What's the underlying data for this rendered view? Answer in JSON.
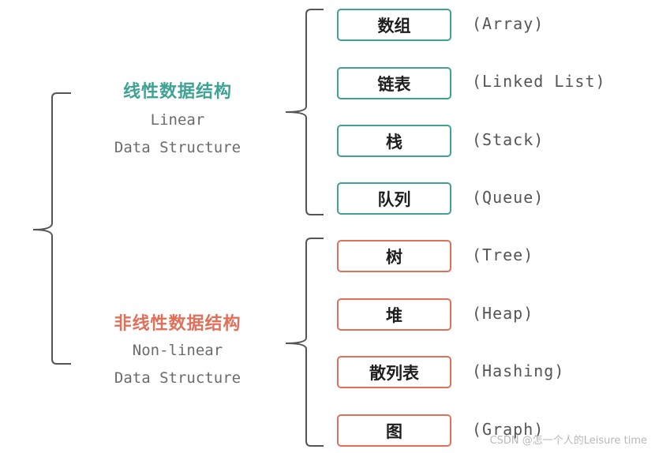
{
  "linear": {
    "title_cn": "线性数据结构",
    "title_en_line1": "Linear",
    "title_en_line2": "Data Structure",
    "color": "#3ea294",
    "items": [
      {
        "cn": "数组",
        "en": "(Array)"
      },
      {
        "cn": "链表",
        "en": "(Linked List)"
      },
      {
        "cn": "栈",
        "en": "(Stack)"
      },
      {
        "cn": "队列",
        "en": "(Queue)"
      }
    ]
  },
  "nonlinear": {
    "title_cn": "非线性数据结构",
    "title_en_line1": "Non-linear",
    "title_en_line2": "Data Structure",
    "color": "#e0705a",
    "items": [
      {
        "cn": "树",
        "en": "(Tree)"
      },
      {
        "cn": "堆",
        "en": "(Heap)"
      },
      {
        "cn": "散列表",
        "en": "(Hashing)"
      },
      {
        "cn": "图",
        "en": "(Graph)"
      }
    ]
  },
  "watermark": "CSDN @怎一个人的Leisure time"
}
